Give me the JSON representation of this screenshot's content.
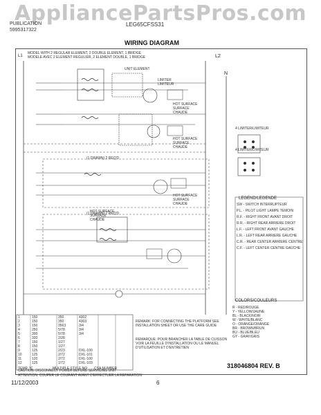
{
  "watermark": "AppliancePartsPros.com",
  "header": {
    "model_line1": "PUBLICATION",
    "model_line2": "5995317322",
    "center_code": "LEG65CFSS31",
    "title": "WIRING DIAGRAM"
  },
  "top_notes": {
    "l1": "L1",
    "l2": "L2",
    "n": "N",
    "model_note_en": "MODEL WITH 2 REGULAR ELEMENT, 2 DOUBLE ELEMENT, 1 BRIDGE",
    "model_note_fr": "MODELE AVEC 2 ELEMENT REGULIER, 2 ELEMENT DOUBLE, 1 BRIDGE"
  },
  "circuit_labels": {
    "unit_element": "UNIT ELEMENT",
    "limiter": "LIMITER LIMITEUR",
    "hot_surface_1": "HOT SURFACE SURFACE CHAUDE",
    "hot_surface_2": "HOT SURFACE SURFACE CHAUDE",
    "hot_surface_3": "HOT SURFACE SURFACE CHAUDE",
    "bridge_note": "(1 DRAWN) 2 REQ'D",
    "bridge_note_2": "(1 DRAWN) 2 REQ'D"
  },
  "limiter_side": {
    "title1": "4 LIMITER/LIMITEUR",
    "title2": "4 LIMITER/LIMITEUR"
  },
  "legend": {
    "title": "LEGEND/LEGENDE",
    "items": [
      {
        "code": "SW",
        "text": "SWITCH INTERRUPTEUR"
      },
      {
        "code": "P.L.",
        "text": "PILOT LIGHT LAMPE TEMOIN"
      },
      {
        "code": "R.F.",
        "text": "RIGHT FRONT AVANT DROIT"
      },
      {
        "code": "R.R.",
        "text": "RIGHT REAR ARRIERE DROIT"
      },
      {
        "code": "L.F.",
        "text": "LEFT FRONT AVANT GAUCHE"
      },
      {
        "code": "L.R.",
        "text": "LEFT REAR ARRIERE GAUCHE"
      },
      {
        "code": "C.R.",
        "text": "REAR CENTER ARRIERE CENTRE"
      },
      {
        "code": "C.F.",
        "text": "LEFT CENTER CENTRE GAUCHE"
      }
    ]
  },
  "colors": {
    "title": "COLORS/COULEURS",
    "items": [
      "R - RED/ROUGE",
      "Y - YELLOW/JAUNE",
      "BL - BLACK/NOIR",
      "W - WHITE/BLANC",
      "O - ORANGE/ORANGE",
      "BR - BROWN/BRUN",
      "BU - BLUE/BLEU",
      "GY - GRAY/GRIS"
    ]
  },
  "table": {
    "rows": [
      [
        "1",
        "150",
        "350",
        "4302"
      ],
      [
        "2",
        "150",
        "350",
        "4303"
      ],
      [
        "3",
        "150",
        "3563",
        "3/4"
      ],
      [
        "4",
        "250",
        "5/78",
        "3/4"
      ],
      [
        "5",
        "300",
        "5/78",
        "3/4"
      ],
      [
        "6",
        "320",
        "2/28",
        ""
      ],
      [
        "7",
        "150",
        "1/27",
        ""
      ],
      [
        "8",
        "150",
        "1/27",
        ""
      ],
      [
        "9",
        "125",
        "2/23",
        "DXL-100"
      ],
      [
        "10",
        "125",
        "2/72",
        "DXL-101"
      ],
      [
        "11",
        "120",
        "2/72",
        "DXL-100"
      ],
      [
        "12",
        "125",
        "1/72",
        "DXL-103"
      ]
    ],
    "footer_1": "TEMP. °C",
    "footer_2": "MULTIPLE STYLE NO.",
    "footer_3": "CSA NUMBER"
  },
  "remarks": {
    "en": "REMARK: FOR CONNECTING THE PLATFORM SEE INSTALLATION SHEET OR USE THE CARE GUIDE",
    "fr": "REMARQUE: POUR BRANCHER LA TABLE DE CUISSON VOIR LA FEUILLE D'INSTALLATION OU LE MANUEL D'UTILISATION ET D'ENTRETIEN"
  },
  "cautions": {
    "en": "CAUTION: DISCONNECT POWER BEFORE SERVICING UNIT",
    "fr": "ATTENTION: COUPER LE COURANT AVANT D'EFFECTUER LA REPARATION"
  },
  "part_number": "318046804 REV. B",
  "footer": {
    "date": "11/12/2003",
    "page": "6"
  }
}
